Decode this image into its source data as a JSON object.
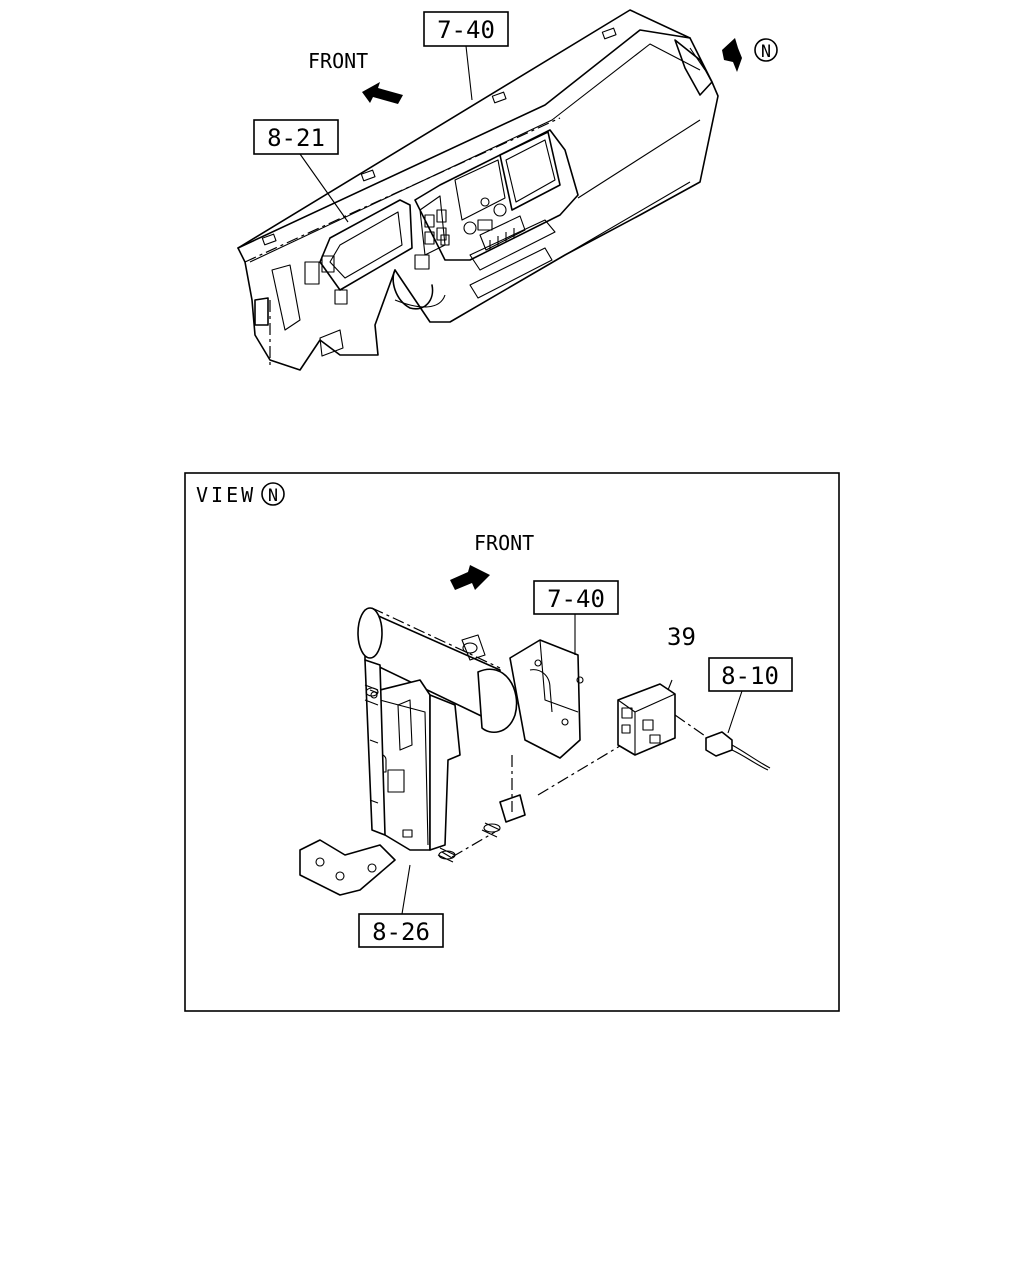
{
  "top_view": {
    "front_label": "FRONT",
    "callouts": [
      "7-40",
      "8-21"
    ],
    "view_marker": "N"
  },
  "detail_view": {
    "title": "VIEW",
    "title_marker": "N",
    "front_label": "FRONT",
    "callouts": [
      "7-40",
      "8-10",
      "8-26"
    ],
    "part_number": "39"
  }
}
